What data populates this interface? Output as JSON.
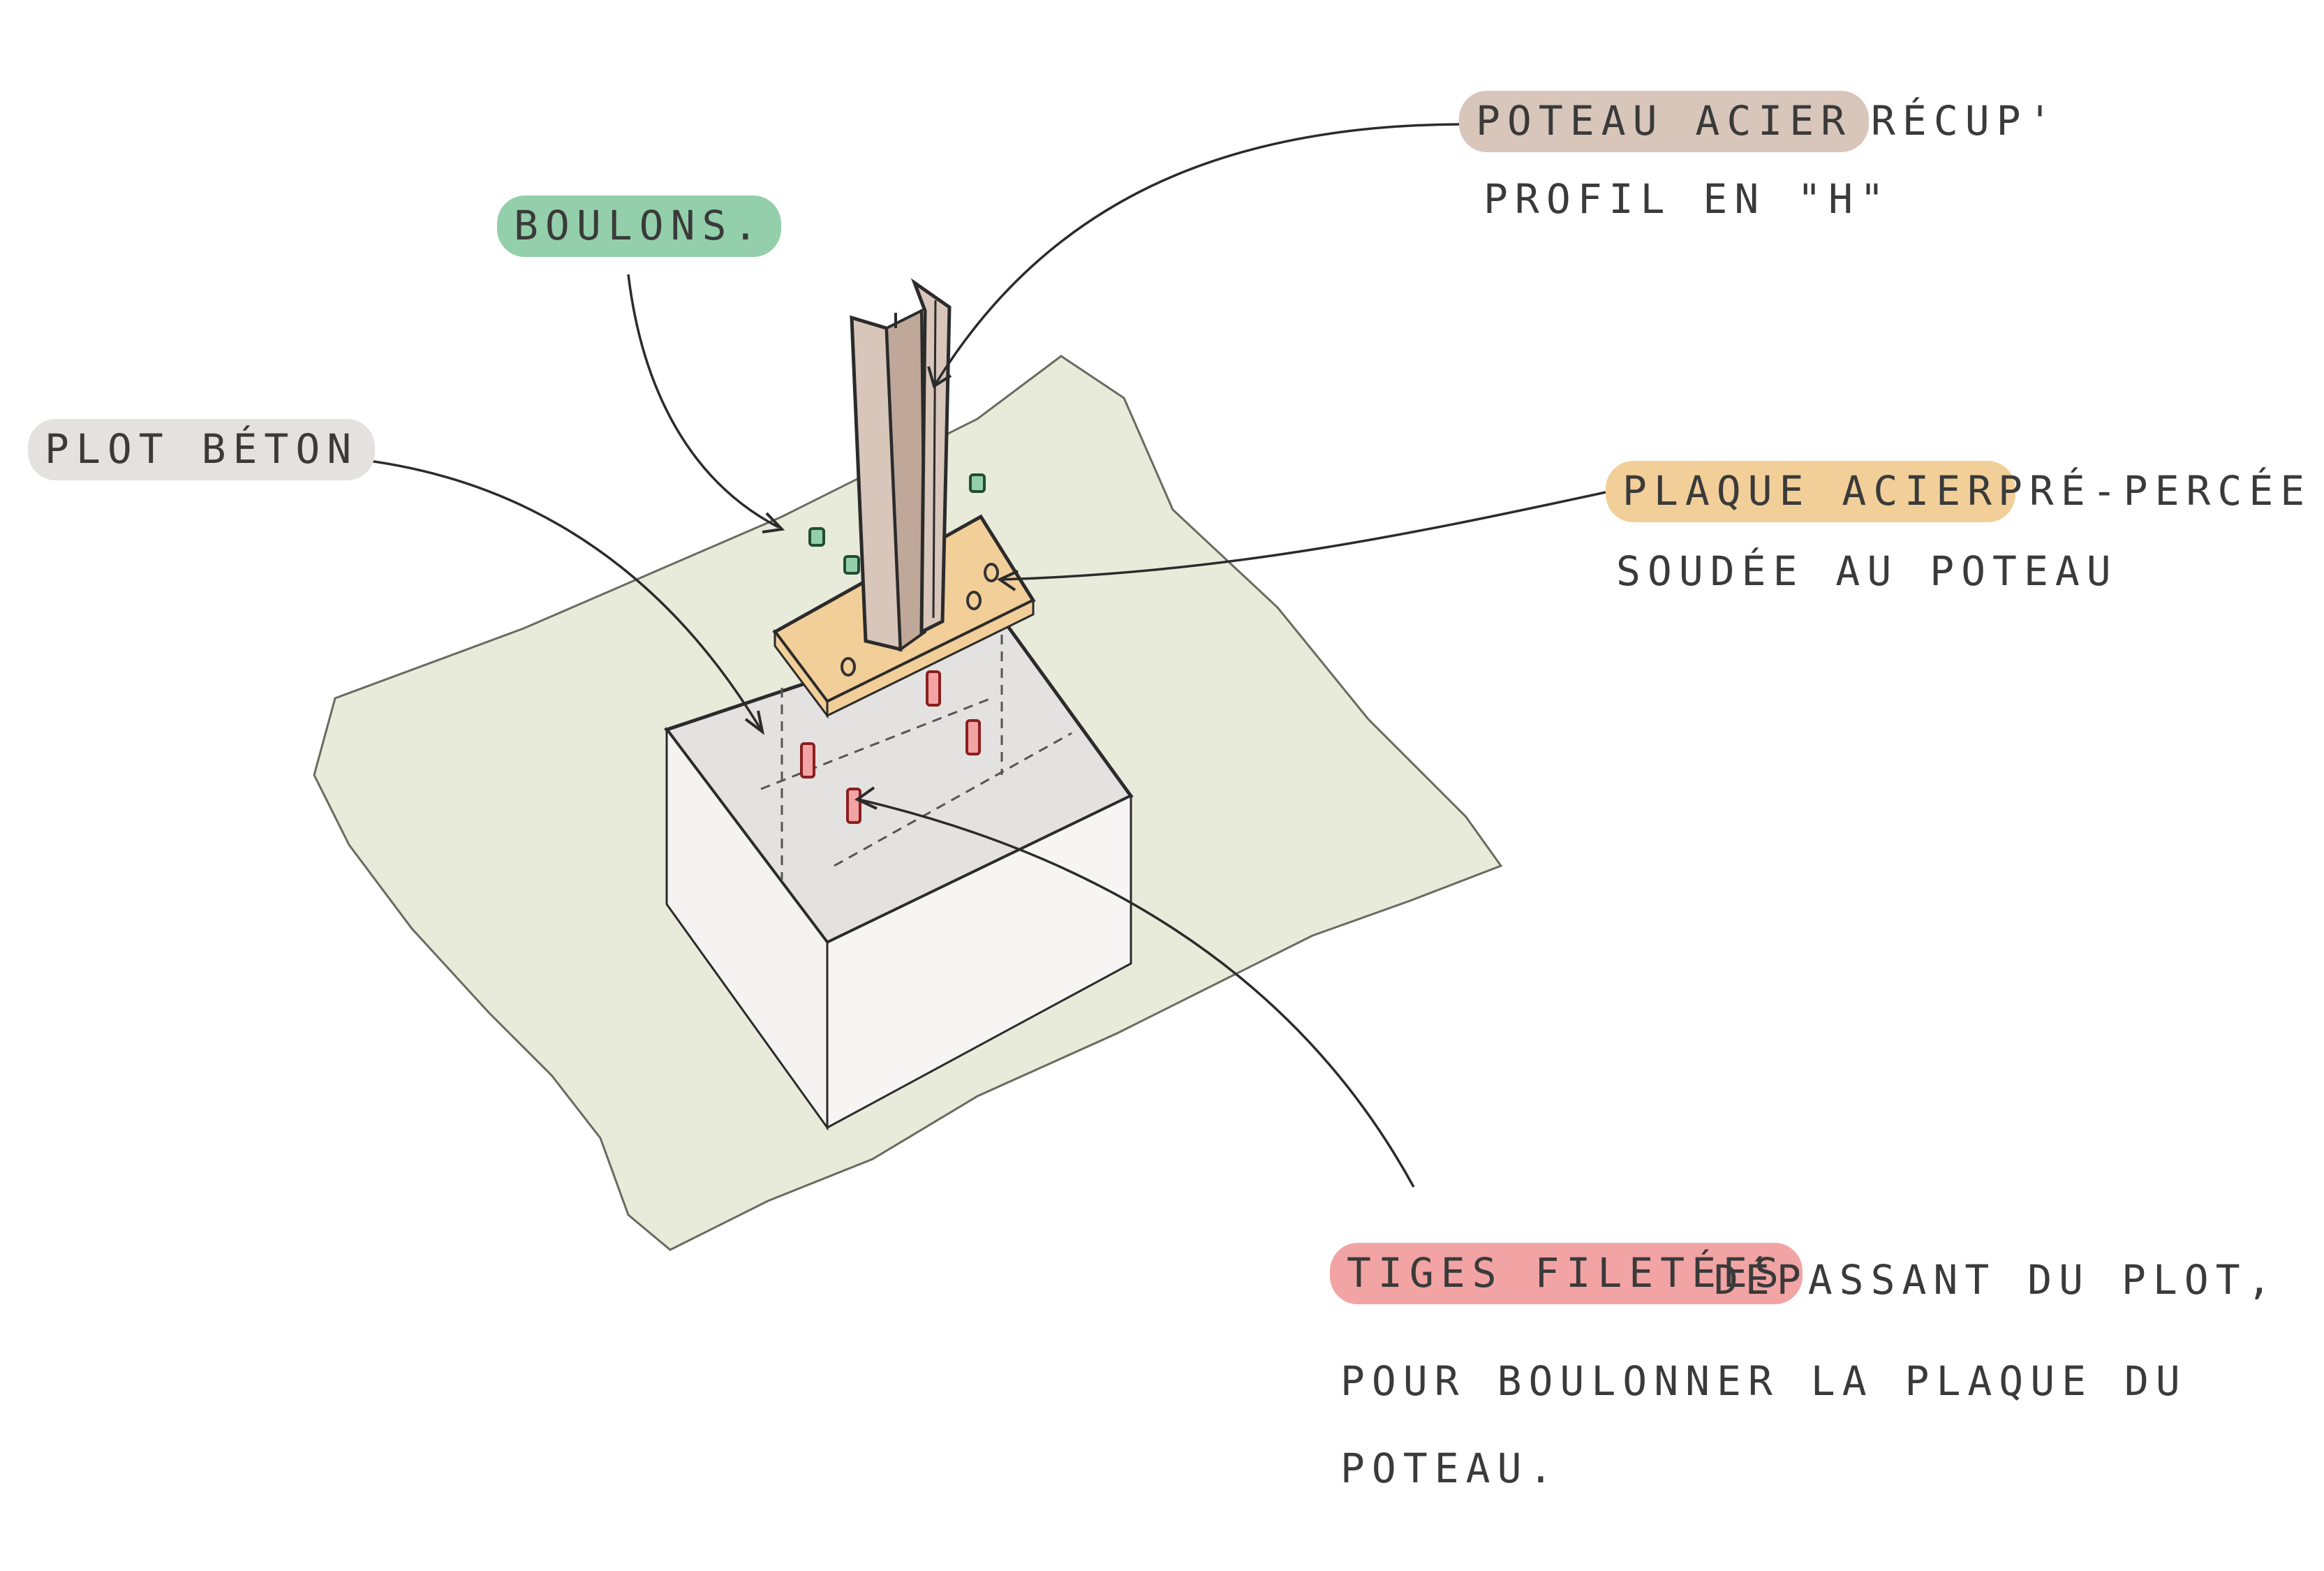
{
  "labels": {
    "poteau_highlight": "POTEAU ACIER",
    "poteau_rest": "RÉCUP'",
    "poteau_line2": "PROFIL EN \"H\"",
    "boulons": "BOULONS.",
    "plot_beton": "PLOT BÉTON",
    "plaque_highlight": "PLAQUE ACIER",
    "plaque_rest": "PRÉ-PERCÉE",
    "plaque_line2": "SOUDÉE AU POTEAU",
    "tiges_highlight": "TIGES FILETÉES",
    "tiges_rest": "DÉPASSANT DU PLOT,",
    "tiges_line2": "POUR BOULONNER LA PLAQUE DU",
    "tiges_line3": "POTEAU."
  },
  "colors": {
    "poteau": "#d8c6bb",
    "boulons": "#93cfaa",
    "plot": "#e4e2e1",
    "plaque": "#f2cf99",
    "tiges": "#f2a3a3",
    "grass": "#e8ebda",
    "ink": "#2b2b2b"
  }
}
